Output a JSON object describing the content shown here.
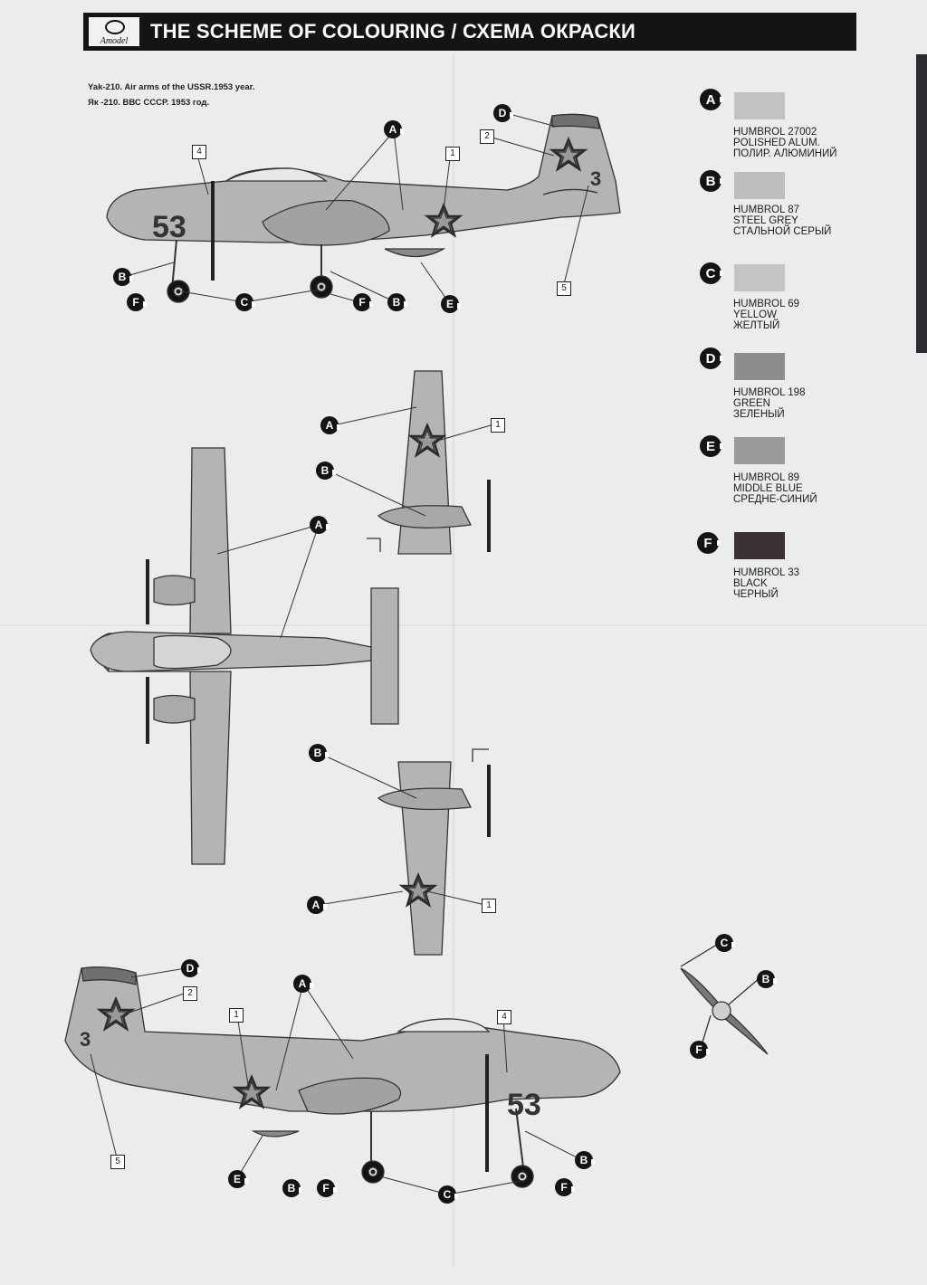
{
  "header": {
    "title": "THE SCHEME OF COLOURING / СХЕМА ОКРАСКИ",
    "logo_text": "Amodel"
  },
  "subtitle": {
    "en": "Yak-210. Air arms of the USSR.1953 year.",
    "ru": "Як -210. ВВС СССР. 1953 год."
  },
  "aircraft_markings": {
    "side_number": "53",
    "tail_number": "3"
  },
  "decal_numbers": [
    "1",
    "2",
    "4",
    "5"
  ],
  "callout_letters": [
    "A",
    "B",
    "C",
    "D",
    "E",
    "F"
  ],
  "legend": [
    {
      "letter": "A",
      "label": "HUMBROL 27002\nPOLISHED ALUM.\nПОЛИР. АЛЮМИНИЙ",
      "color": "#c2c2c2"
    },
    {
      "letter": "B",
      "label": "HUMBROL 87\nSTEEL GREY\nСТАЛЬНОЙ СЕРЫЙ",
      "color": "#bdbdbd"
    },
    {
      "letter": "C",
      "label": "HUMBROL 69\nYELLOW\nЖЕЛТЫЙ",
      "color": "#c4c4c4"
    },
    {
      "letter": "D",
      "label": "HUMBROL 198\nGREEN\nЗЕЛЕНЫЙ",
      "color": "#8d8d8d"
    },
    {
      "letter": "E",
      "label": "HUMBROL 89\nMIDDLE BLUE\nСРЕДНЕ-СИНИЙ",
      "color": "#9a9a9a"
    },
    {
      "letter": "F",
      "label": "HUMBROL 33\nBLACK\nЧЕРНЫЙ",
      "color": "#3a3232"
    }
  ]
}
